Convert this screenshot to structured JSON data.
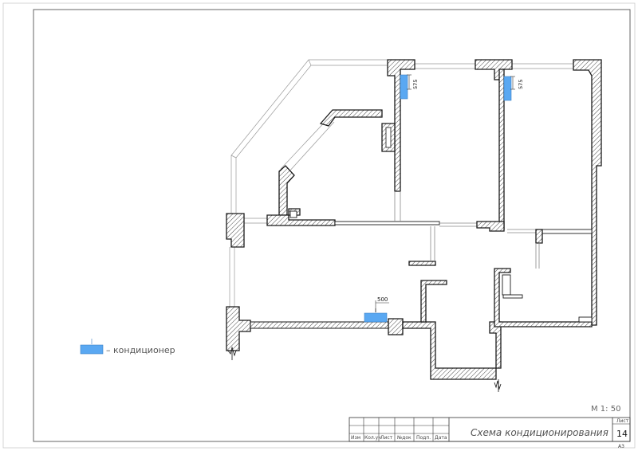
{
  "drawing": {
    "scale_label": "М 1: 50",
    "legend": {
      "label": "– кондиционер",
      "swatch_color": "#5aa8f2"
    },
    "dimensions": {
      "unit_top_left": "575",
      "unit_top_right": "575",
      "unit_bottom": "500"
    }
  },
  "title_block": {
    "columns": [
      "Изм",
      "Кол.уч",
      "Лист",
      "№док",
      "Подп.",
      "Дата"
    ],
    "title": "Схема кондиционирования",
    "sheet_label": "Лист",
    "sheet_number": "14",
    "format": "А3"
  },
  "colors": {
    "ac_fill": "#5aa8f2",
    "wall_stroke": "#1a1a1a",
    "frame": "#555555"
  }
}
